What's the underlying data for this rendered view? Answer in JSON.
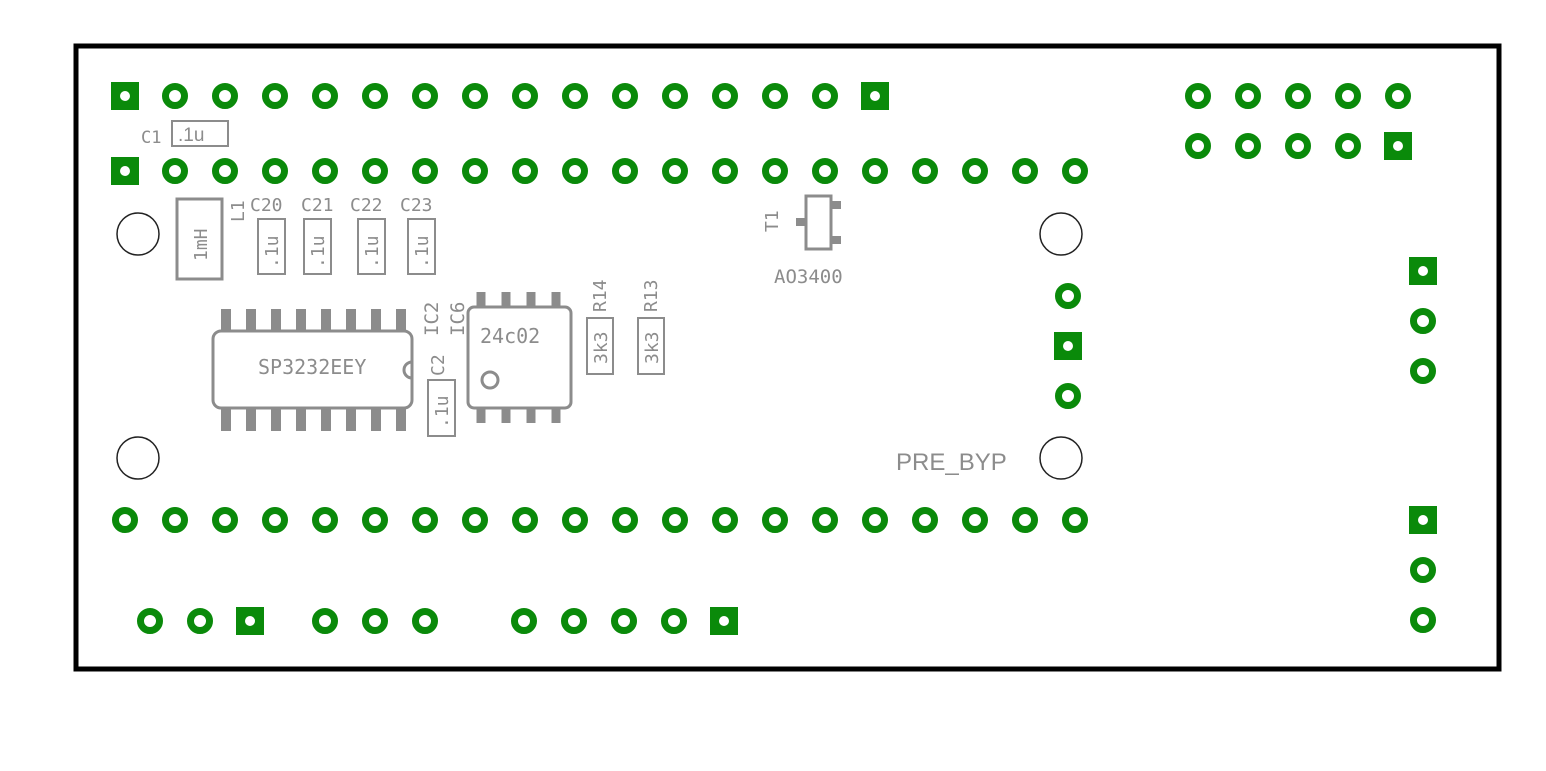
{
  "labels": {
    "c1": "C1",
    "c1_value": ".1u",
    "l1": "L1",
    "l1_value": "1mH",
    "c20": "C20",
    "c21": "C21",
    "c22": "C22",
    "c23": "C23",
    "cap_value": ".1u",
    "t1": "T1",
    "t1_part": "AO3400",
    "ic2": "IC2",
    "ic2_part": "SP3232EEY",
    "ic6": "IC6",
    "ic6_part": "24c02",
    "c2": "C2",
    "c2_value": ".1u",
    "r14": "R14",
    "r14_value": "3k3",
    "r13": "R13",
    "r13_value": "3k3",
    "pre_byp": "PRE_BYP"
  },
  "colors": {
    "copper": "#0a8a0a",
    "silkscreen": "#8c8c8c",
    "outline": "#000000",
    "background": "#ffffff"
  }
}
